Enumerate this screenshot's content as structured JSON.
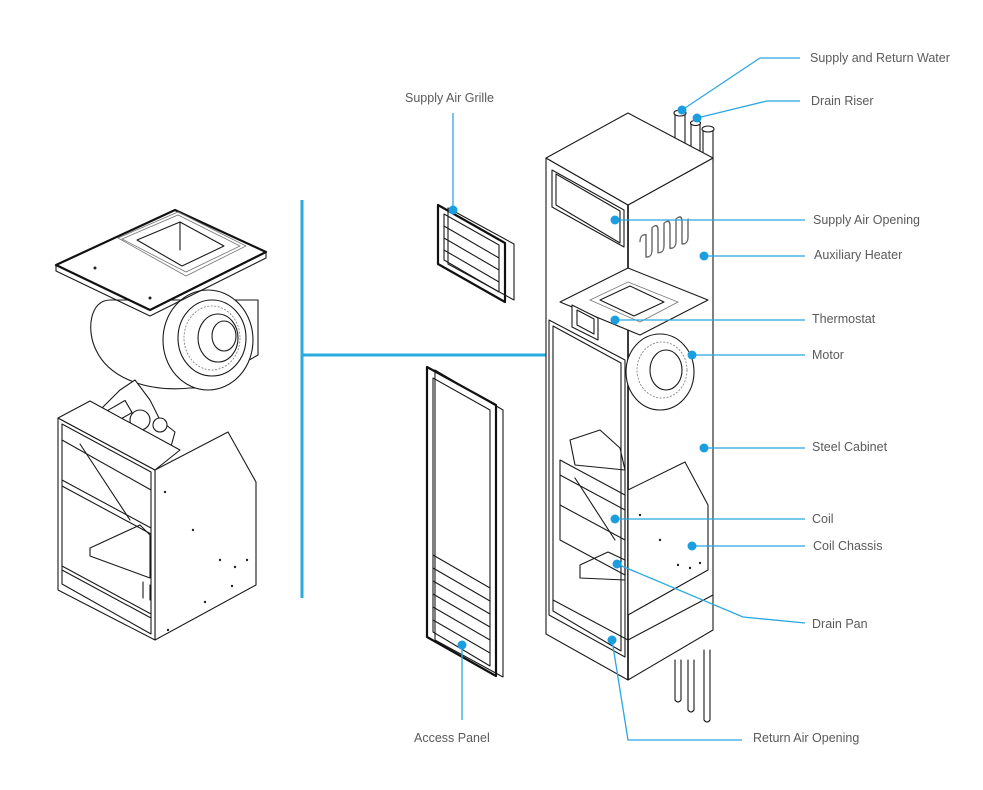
{
  "diagram": {
    "type": "exploded-view",
    "subject": "vertical fan coil unit",
    "colors": {
      "leader": "#29a8e0",
      "callout_dot": "#1b9ee0",
      "label_text": "#5a5a5a",
      "line_art": "#1a1a1a",
      "background": "#ffffff"
    },
    "labels": {
      "supply_return_water": "Supply and Return Water",
      "drain_riser": "Drain Riser",
      "supply_air_grille": "Supply Air Grille",
      "supply_air_opening": "Supply Air Opening",
      "auxiliary_heater": "Auxiliary Heater",
      "thermostat": "Thermostat",
      "motor": "Motor",
      "steel_cabinet": "Steel Cabinet",
      "coil": "Coil",
      "coil_chassis": "Coil Chassis",
      "drain_pan": "Drain Pan",
      "access_panel": "Access Panel",
      "return_air_opening": "Return Air Opening"
    }
  }
}
